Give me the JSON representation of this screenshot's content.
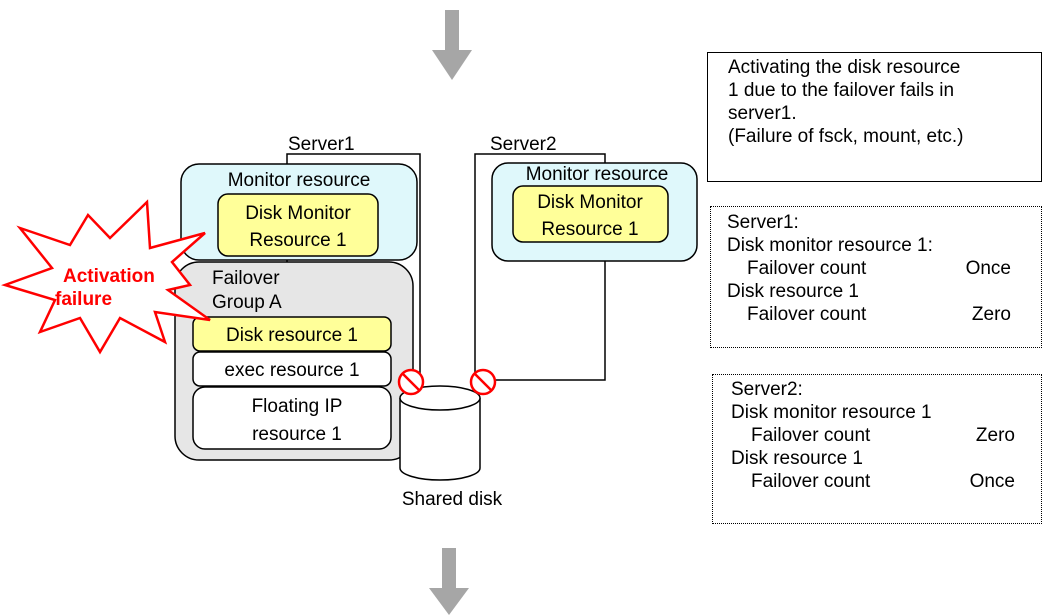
{
  "server1": {
    "label": "Server1"
  },
  "server2": {
    "label": "Server2"
  },
  "server1_monitor": {
    "title": "Monitor resource",
    "disk_monitor_line1": "Disk Monitor",
    "disk_monitor_line2": "Resource 1"
  },
  "server2_monitor": {
    "title": "Monitor resource",
    "disk_monitor_line1": "Disk Monitor",
    "disk_monitor_line2": "Resource 1"
  },
  "failover_group": {
    "title_line1": "Failover",
    "title_line2": "Group A",
    "resources": [
      "Disk resource 1",
      "exec resource 1"
    ],
    "floating_ip_line1": "Floating IP",
    "floating_ip_line2": "resource 1"
  },
  "activation_failure": {
    "line1": "Activation",
    "line2": "failure"
  },
  "shared_disk": {
    "label": "Shared disk"
  },
  "note_activation": {
    "lines": [
      "Activating the disk resource",
      "1 due to the failover fails in",
      "server1.",
      "(Failure of fsck, mount, etc.)"
    ]
  },
  "note_server1": {
    "title": "Server1:",
    "monitor_label": "Disk monitor resource 1:",
    "monitor_count_label": "Failover count",
    "monitor_count_value": "Once",
    "disk_label": "Disk resource 1",
    "disk_count_label": "Failover count",
    "disk_count_value": "Zero"
  },
  "note_server2": {
    "title": "Server2:",
    "monitor_label": "Disk monitor resource 1",
    "monitor_count_label": "Failover count",
    "monitor_count_value": "Zero",
    "disk_label": "Disk resource 1",
    "disk_count_label": "Failover count",
    "disk_count_value": "Once"
  },
  "colors": {
    "monitor_bg": "#dff8fb",
    "disk_monitor_bg": "#ffff99",
    "group_bg": "#e6e6e6",
    "arrow": "#a6a6a6",
    "failure": "#ff0000"
  }
}
